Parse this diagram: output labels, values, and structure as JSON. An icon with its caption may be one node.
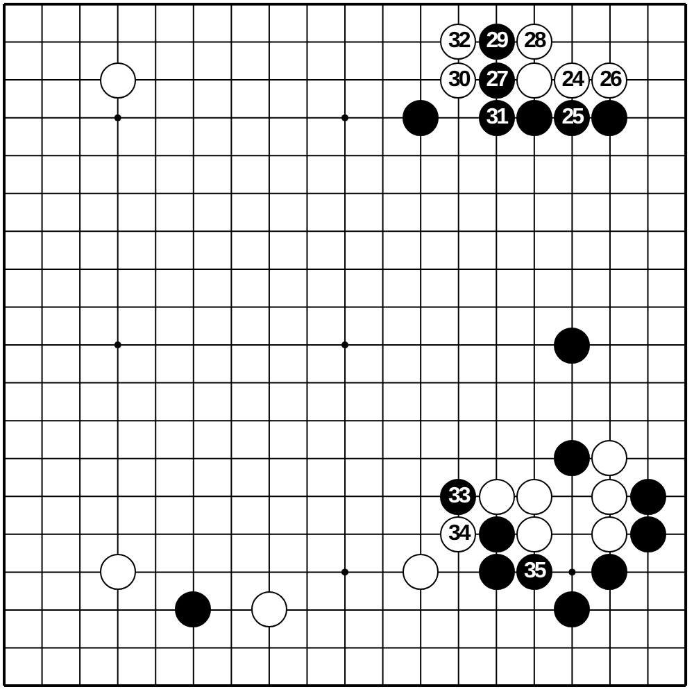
{
  "diagram": {
    "nodes": [
      {
        "text": [
          "32"
        ]
      },
      {
        "text": [
          "29"
        ]
      },
      {
        "text": [
          "28"
        ]
      },
      {
        "text": [],
        "shape": "circle"
      },
      {
        "text": [
          "30"
        ]
      },
      {
        "text": [
          "27"
        ]
      },
      {
        "text": [],
        "shape": "circle"
      },
      {
        "text": [
          "24"
        ]
      },
      {
        "text": [
          "26"
        ]
      },
      {
        "text": [],
        "shape": "circle"
      },
      {
        "text": [
          "31"
        ]
      },
      {
        "text": [],
        "shape": "circle"
      },
      {
        "text": [
          "25"
        ]
      },
      {
        "text": [],
        "shape": "circle"
      },
      {
        "text": [],
        "shape": "circle"
      },
      {
        "text": [],
        "shape": "circle"
      },
      {
        "text": [],
        "shape": "circle"
      },
      {
        "text": [
          "33"
        ]
      },
      {
        "text": [],
        "shape": "circle"
      },
      {
        "text": [],
        "shape": "circle"
      },
      {
        "text": [],
        "shape": "circle"
      },
      {
        "text": [],
        "shape": "circle"
      },
      {
        "text": [
          "34"
        ]
      },
      {
        "text": [],
        "shape": "circle"
      },
      {
        "text": [],
        "shape": "circle"
      },
      {
        "text": [],
        "shape": "circle"
      },
      {
        "text": [],
        "shape": "circle"
      },
      {
        "text": [],
        "shape": "circle"
      },
      {
        "text": [],
        "shape": "circle"
      },
      {
        "text": [],
        "shape": "circle"
      },
      {
        "text": [
          "35"
        ]
      },
      {
        "text": [],
        "shape": "circle"
      },
      {
        "text": [],
        "shape": "circle"
      },
      {
        "text": [],
        "shape": "circle"
      },
      {
        "text": [],
        "shape": "circle"
      }
    ]
  }
}
